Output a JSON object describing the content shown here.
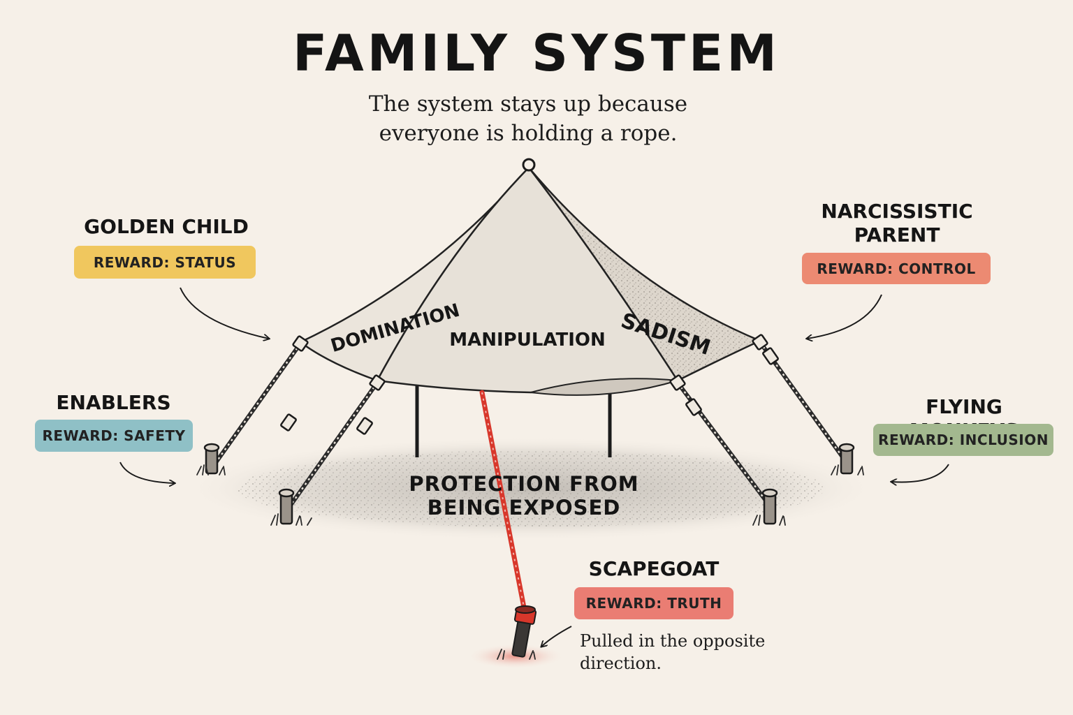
{
  "title": "FAMILY SYSTEM",
  "subtitle_line1": "The system stays up because",
  "subtitle_line2": "everyone is holding a rope.",
  "canopy": {
    "left": "DOMINATION",
    "middle": "MANIPULATION",
    "right": "SADISM"
  },
  "ground_label_line1": "PROTECTION FROM",
  "ground_label_line2": "BEING EXPOSED",
  "roles": {
    "golden_child": {
      "name": "GOLDEN CHILD",
      "reward": "REWARD: STATUS",
      "color": "#f0c75e"
    },
    "narcissistic_parent": {
      "name_line1": "NARCISSISTIC",
      "name_line2": "PARENT",
      "reward": "REWARD: CONTROL",
      "color": "#ec8a72"
    },
    "enablers": {
      "name": "ENABLERS",
      "reward": "REWARD: SAFETY",
      "color": "#8fc0c6"
    },
    "flying_monkeys": {
      "name": "FLYING MONKEYS",
      "reward": "REWARD: INCLUSION",
      "color": "#a3b88f"
    },
    "scapegoat": {
      "name": "SCAPEGOAT",
      "reward": "REWARD: TRUTH",
      "color": "#ea7d73"
    }
  },
  "scapegoat_note_line1": "Pulled in the opposite",
  "scapegoat_note_line2": "direction.",
  "colors": {
    "background": "#f6f0e8",
    "rope_red": "#d8372b",
    "ink": "#151515"
  }
}
